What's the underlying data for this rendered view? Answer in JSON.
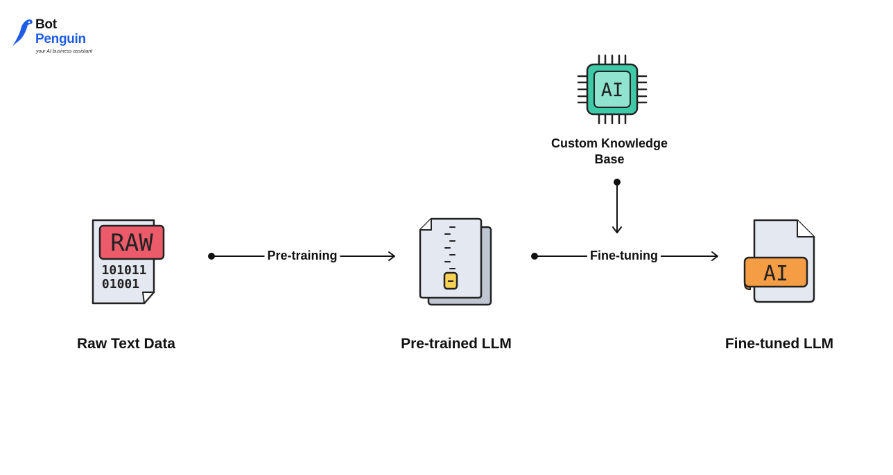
{
  "brand": {
    "name_line1": "Bot",
    "name_line2": "Penguin",
    "tagline": "your AI business assistant",
    "colors": {
      "primary": "#1e5ce6",
      "dark": "#111111"
    }
  },
  "nodes": {
    "raw": {
      "label": "Raw Text Data",
      "icon": "raw-file-icon",
      "badge": "RAW",
      "binary_line1": "101011",
      "binary_line2": "01001"
    },
    "pretrained": {
      "label": "Pre-trained LLM",
      "icon": "zip-archive-icon"
    },
    "finetuned": {
      "label": "Fine-tuned LLM",
      "icon": "ai-file-icon",
      "badge": "AI"
    },
    "knowledge": {
      "label_line1": "Custom Knowledge",
      "label_line2": "Base",
      "icon": "ai-chip-icon",
      "badge": "AI"
    }
  },
  "edges": {
    "pretraining": {
      "label": "Pre-training"
    },
    "finetuning": {
      "label": "Fine-tuning"
    }
  },
  "colors": {
    "raw_badge": "#ec5b6a",
    "chip_green": "#3ec9a7",
    "ai_badge_orange": "#f59d45",
    "zip_tag_yellow": "#f7d154",
    "doc_fill": "#e4e8f0"
  }
}
